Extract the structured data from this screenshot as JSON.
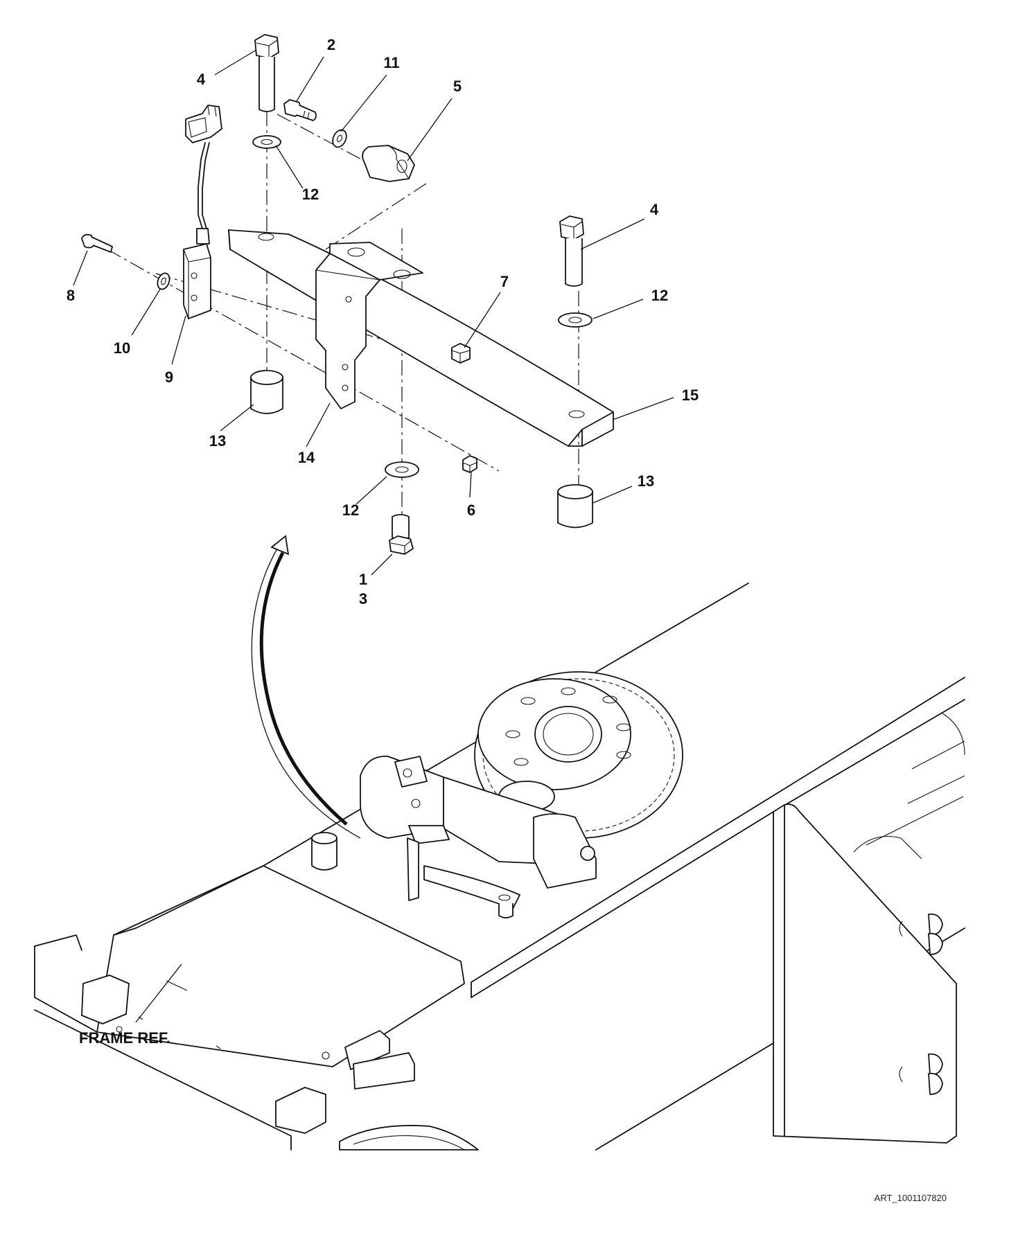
{
  "diagram": {
    "callouts": {
      "c4a": "4",
      "c2": "2",
      "c11": "11",
      "c5": "5",
      "c12a": "12",
      "c8": "8",
      "c10": "10",
      "c9": "9",
      "c13a": "13",
      "c14": "14",
      "c7": "7",
      "c4b": "4",
      "c12b": "12",
      "c15": "15",
      "c13b": "13",
      "c12c": "12",
      "c6": "6",
      "c1": "1",
      "c3": "3"
    },
    "frame_ref": "FRAME REF.",
    "art_id": "ART_1001107820"
  }
}
